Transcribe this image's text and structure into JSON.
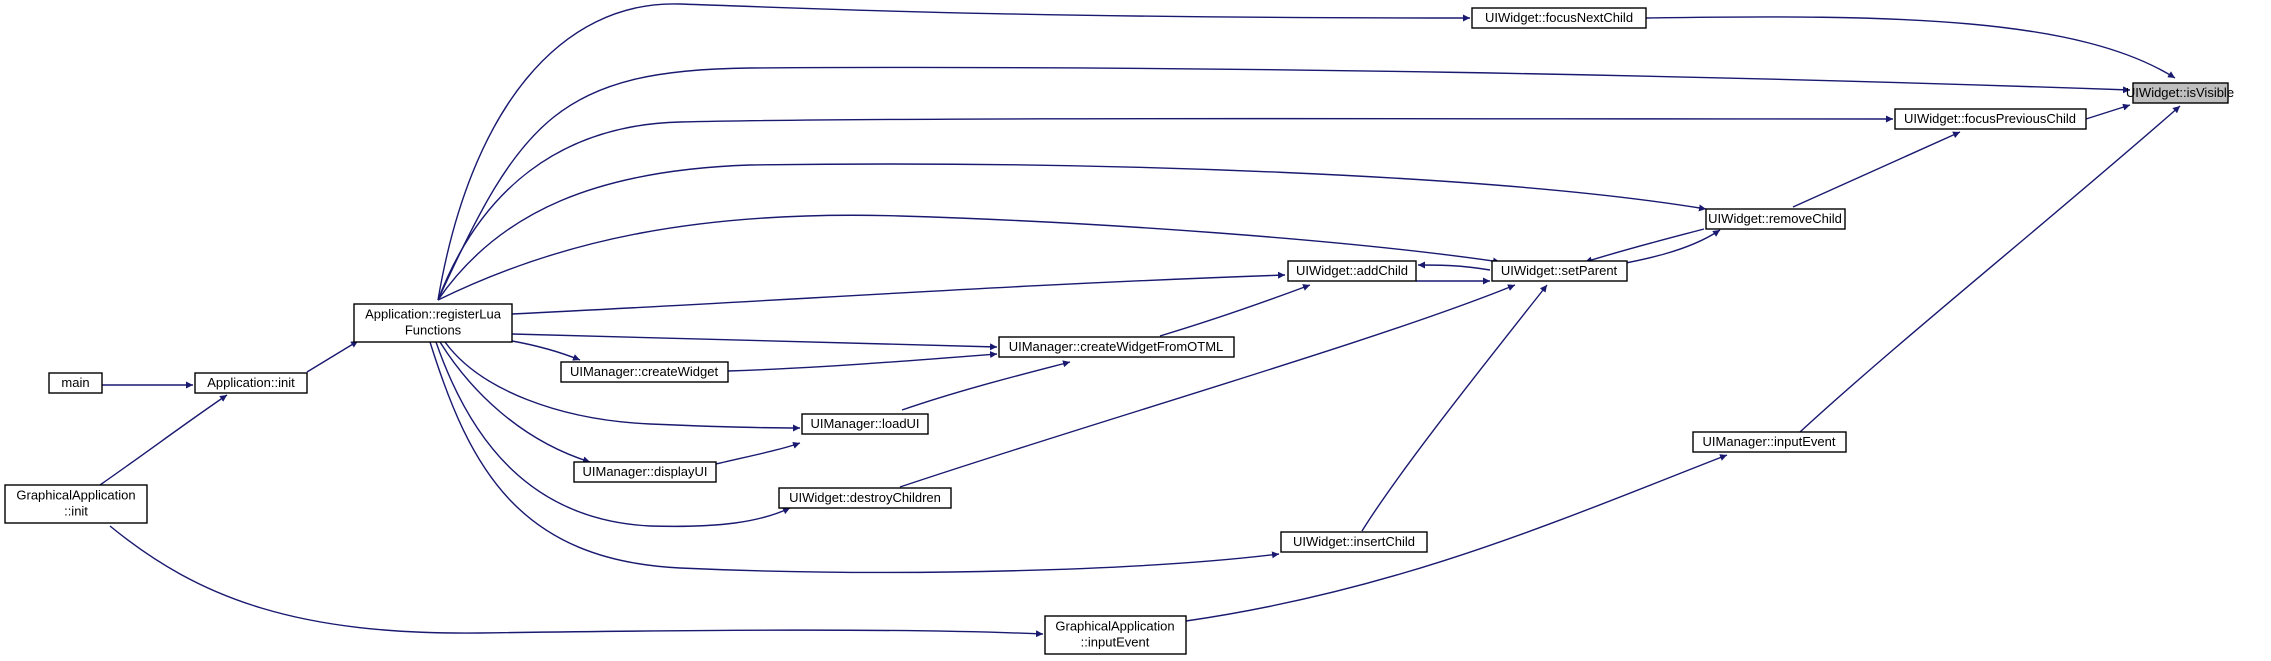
{
  "colors": {
    "edge": "#191970",
    "root_fill": "#bfbfbf",
    "node_fill": "#ffffff",
    "node_border": "#000000"
  },
  "nodes": {
    "isVisible": {
      "lines": [
        "UIWidget::isVisible"
      ],
      "root": true
    },
    "focusNextChild": {
      "lines": [
        "UIWidget::focusNextChild"
      ]
    },
    "focusPreviousChild": {
      "lines": [
        "UIWidget::focusPreviousChild"
      ]
    },
    "removeChild": {
      "lines": [
        "UIWidget::removeChild"
      ]
    },
    "setParent": {
      "lines": [
        "UIWidget::setParent"
      ]
    },
    "addChild": {
      "lines": [
        "UIWidget::addChild"
      ]
    },
    "inputEventMgr": {
      "lines": [
        "UIManager::inputEvent"
      ]
    },
    "registerLua": {
      "lines": [
        "Application::registerLua",
        "Functions"
      ]
    },
    "createWidgetFromOTML": {
      "lines": [
        "UIManager::createWidgetFromOTML"
      ]
    },
    "createWidget": {
      "lines": [
        "UIManager::createWidget"
      ]
    },
    "loadUI": {
      "lines": [
        "UIManager::loadUI"
      ]
    },
    "displayUI": {
      "lines": [
        "UIManager::displayUI"
      ]
    },
    "destroyChildren": {
      "lines": [
        "UIWidget::destroyChildren"
      ]
    },
    "insertChild": {
      "lines": [
        "UIWidget::insertChild"
      ]
    },
    "main": {
      "lines": [
        "main"
      ]
    },
    "appInit": {
      "lines": [
        "Application::init"
      ]
    },
    "gfxInit": {
      "lines": [
        "GraphicalApplication",
        "::init"
      ]
    },
    "gfxInputEvent": {
      "lines": [
        "GraphicalApplication",
        "::inputEvent"
      ]
    }
  },
  "edges": [
    [
      "focusNextChild",
      "isVisible"
    ],
    [
      "registerLua",
      "isVisible"
    ],
    [
      "focusPreviousChild",
      "isVisible"
    ],
    [
      "inputEventMgr",
      "isVisible"
    ],
    [
      "registerLua",
      "focusNextChild"
    ],
    [
      "registerLua",
      "focusPreviousChild"
    ],
    [
      "removeChild",
      "focusPreviousChild"
    ],
    [
      "registerLua",
      "removeChild"
    ],
    [
      "setParent",
      "removeChild"
    ],
    [
      "removeChild",
      "setParent"
    ],
    [
      "registerLua",
      "setParent"
    ],
    [
      "addChild",
      "setParent"
    ],
    [
      "setParent",
      "addChild"
    ],
    [
      "destroyChildren",
      "setParent"
    ],
    [
      "insertChild",
      "setParent"
    ],
    [
      "registerLua",
      "addChild"
    ],
    [
      "createWidgetFromOTML",
      "addChild"
    ],
    [
      "gfxInputEvent",
      "inputEventMgr"
    ],
    [
      "registerLua",
      "createWidgetFromOTML"
    ],
    [
      "createWidget",
      "createWidgetFromOTML"
    ],
    [
      "loadUI",
      "createWidgetFromOTML"
    ],
    [
      "registerLua",
      "createWidget"
    ],
    [
      "registerLua",
      "loadUI"
    ],
    [
      "displayUI",
      "loadUI"
    ],
    [
      "registerLua",
      "displayUI"
    ],
    [
      "registerLua",
      "destroyChildren"
    ],
    [
      "registerLua",
      "insertChild"
    ],
    [
      "appInit",
      "registerLua"
    ],
    [
      "main",
      "appInit"
    ],
    [
      "gfxInit",
      "appInit"
    ],
    [
      "gfxInit",
      "gfxInputEvent"
    ]
  ]
}
